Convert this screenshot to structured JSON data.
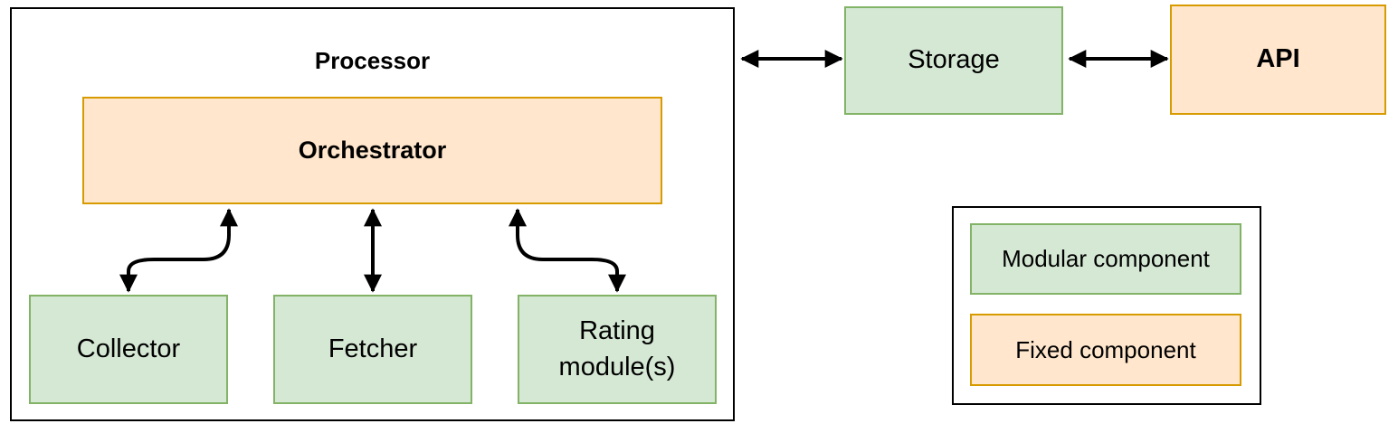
{
  "diagram": {
    "processor": {
      "title": "Processor",
      "type": "container"
    },
    "orchestrator": {
      "label": "Orchestrator",
      "type": "fixed"
    },
    "collector": {
      "label": "Collector",
      "type": "modular"
    },
    "fetcher": {
      "label": "Fetcher",
      "type": "modular"
    },
    "rating": {
      "label": "Rating module(s)",
      "type": "modular"
    },
    "storage": {
      "label": "Storage",
      "type": "modular"
    },
    "api": {
      "label": "API",
      "type": "fixed"
    },
    "legend": {
      "modular": {
        "label": "Modular component"
      },
      "fixed": {
        "label": "Fixed component"
      }
    },
    "colors": {
      "modular_fill": "#d5e8d4",
      "modular_stroke": "#82b366",
      "fixed_fill": "#ffe6cc",
      "fixed_stroke": "#d79b00",
      "container_stroke": "#000000",
      "arrow": "#000000"
    },
    "connections": [
      {
        "from": "orchestrator",
        "to": "collector",
        "style": "bidirectional-curved"
      },
      {
        "from": "orchestrator",
        "to": "fetcher",
        "style": "bidirectional-straight"
      },
      {
        "from": "orchestrator",
        "to": "rating",
        "style": "bidirectional-curved"
      },
      {
        "from": "processor",
        "to": "storage",
        "style": "bidirectional-straight"
      },
      {
        "from": "storage",
        "to": "api",
        "style": "bidirectional-straight"
      }
    ]
  }
}
